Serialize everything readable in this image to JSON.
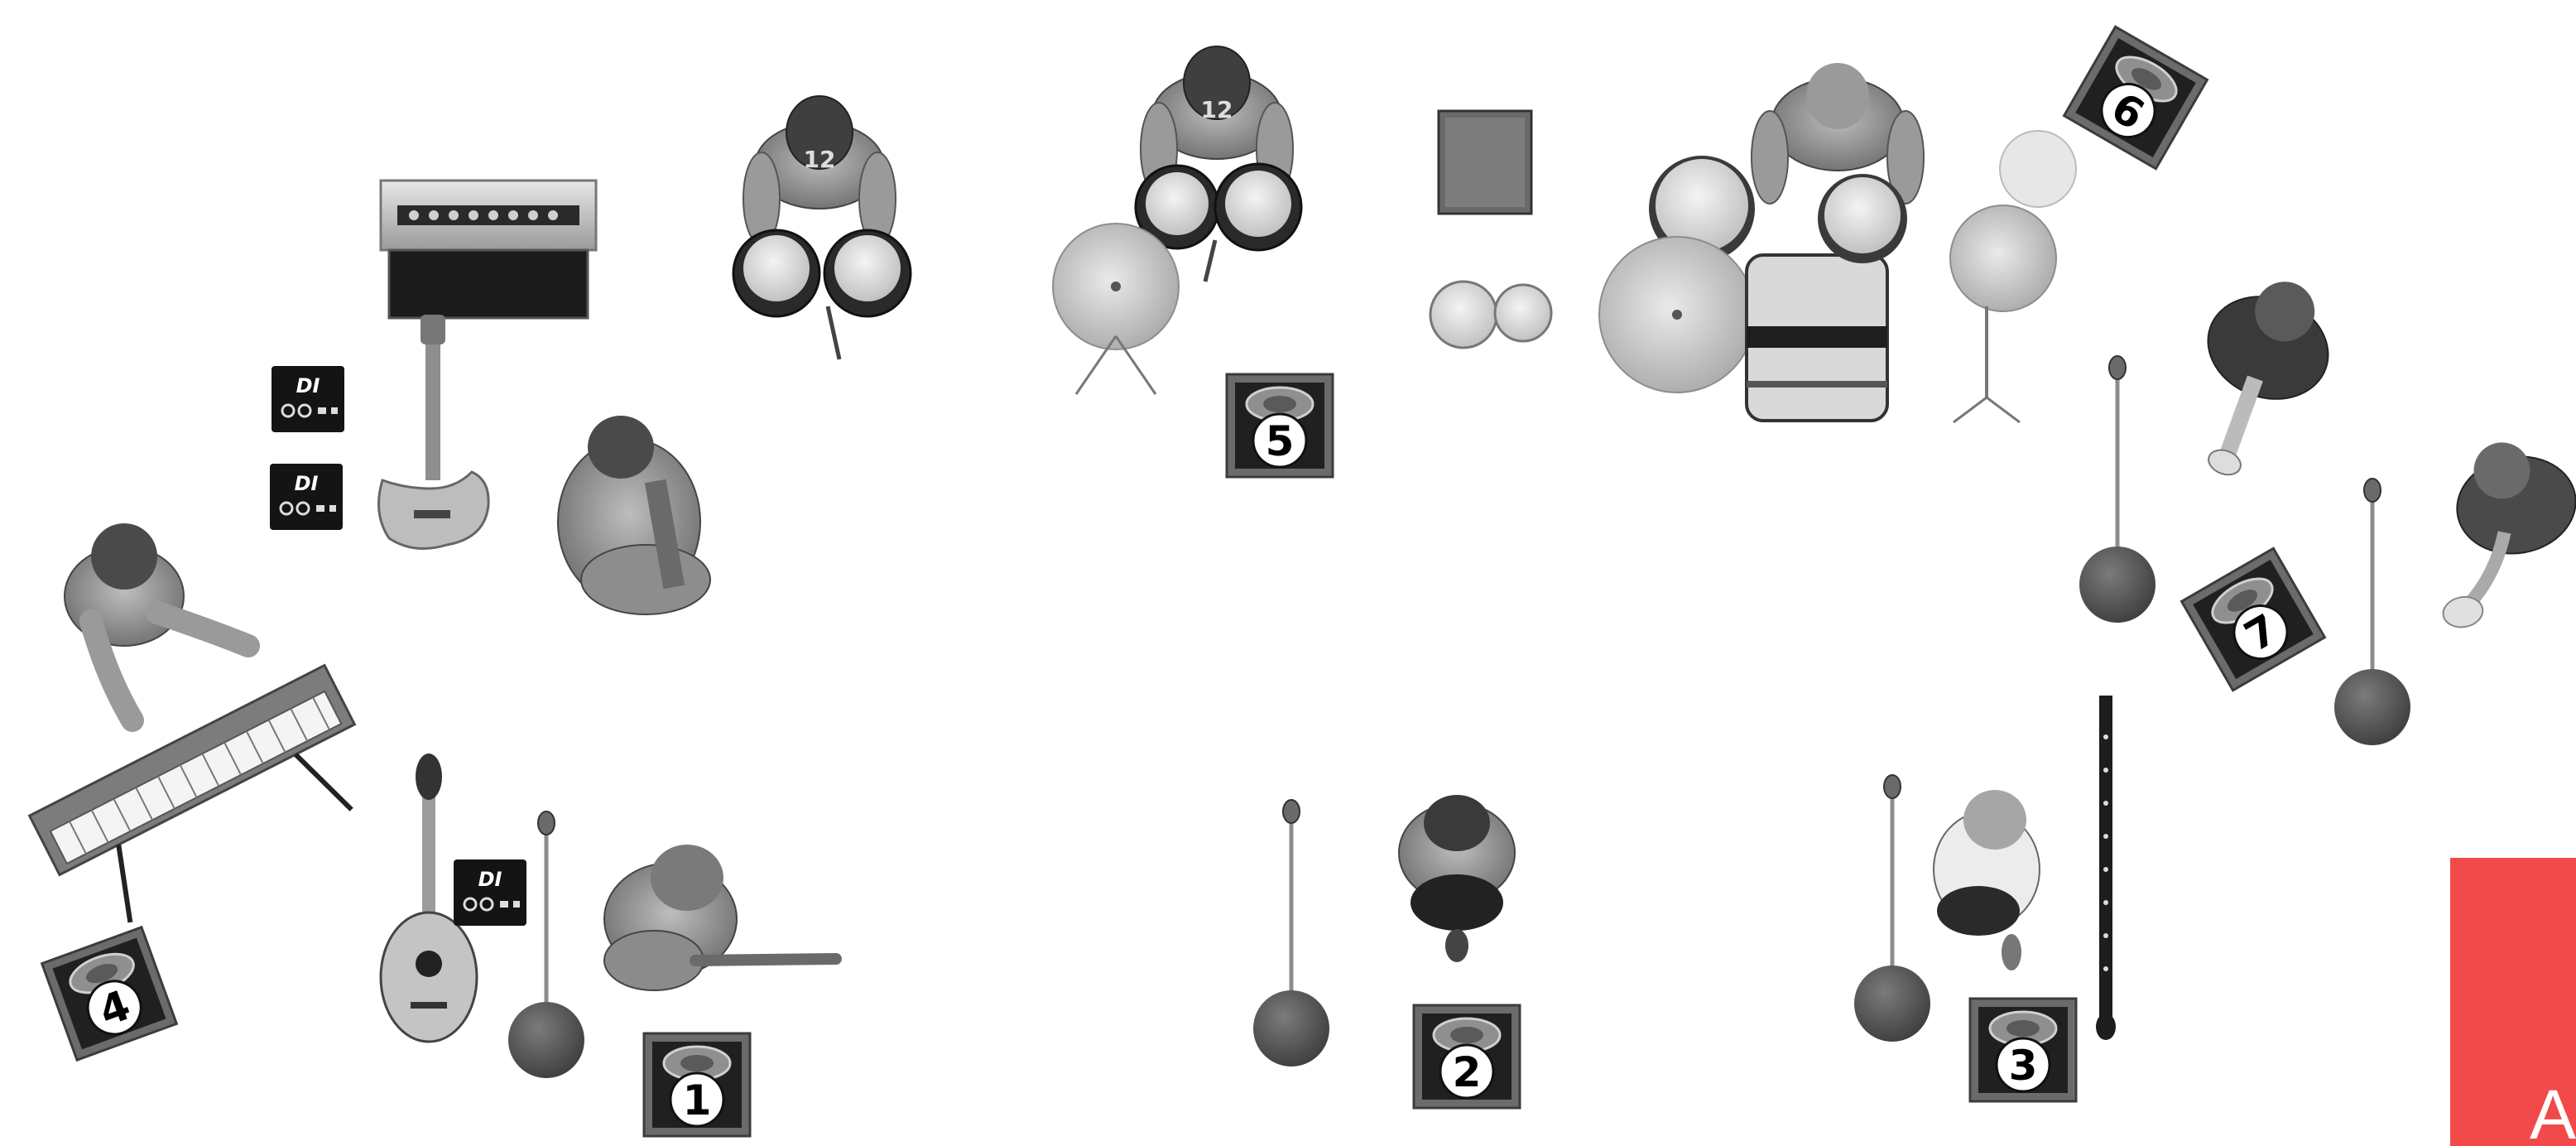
{
  "stage": {
    "monitors": [
      {
        "label": "1"
      },
      {
        "label": "2"
      },
      {
        "label": "3"
      },
      {
        "label": "4"
      },
      {
        "label": "5"
      },
      {
        "label": "6"
      },
      {
        "label": "7"
      }
    ],
    "di_boxes": [
      {
        "label": "DI"
      },
      {
        "label": "DI"
      },
      {
        "label": "DI"
      }
    ],
    "jersey_numbers": [
      "12",
      "12"
    ]
  },
  "corner": {
    "letter": "A",
    "color": "#f24a4a"
  },
  "icons": [
    "guitar-amp-icon",
    "electric-guitar-icon",
    "keyboard-icon",
    "bouzouki-icon",
    "congas-icon",
    "bongos-icon",
    "cymbal-icon",
    "drum-kit-icon",
    "cajon-icon",
    "mic-stand-icon",
    "oboe-icon",
    "trumpet-icon",
    "saxophone-icon",
    "monitor-wedge-icon",
    "di-box-icon"
  ]
}
